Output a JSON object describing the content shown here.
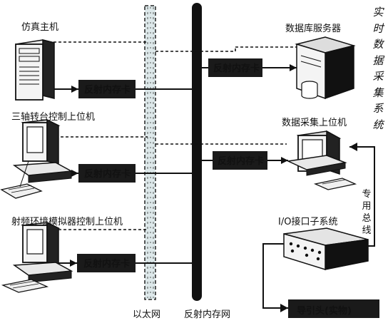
{
  "labels": {
    "sim_host": "仿真主机",
    "db_server": "数据库服务器",
    "realtime_system": "实时数据采集系统",
    "turntable_pc": "三轴转台控制上位机",
    "daq_pc": "数据采集上位机",
    "rf_sim_pc": "射频环境模拟器控制上位机",
    "io_subsystem": "I/O接口子系统",
    "bus_dedicated": "专用总线",
    "seeker": "导引头(实物)",
    "ethernet": "以太网",
    "rfm_network": "反射内存网"
  },
  "card_label": "反射内存卡",
  "colors": {
    "ink": "#111111",
    "card": "#1a1a1a",
    "ethernet": "#d8e4e6"
  }
}
